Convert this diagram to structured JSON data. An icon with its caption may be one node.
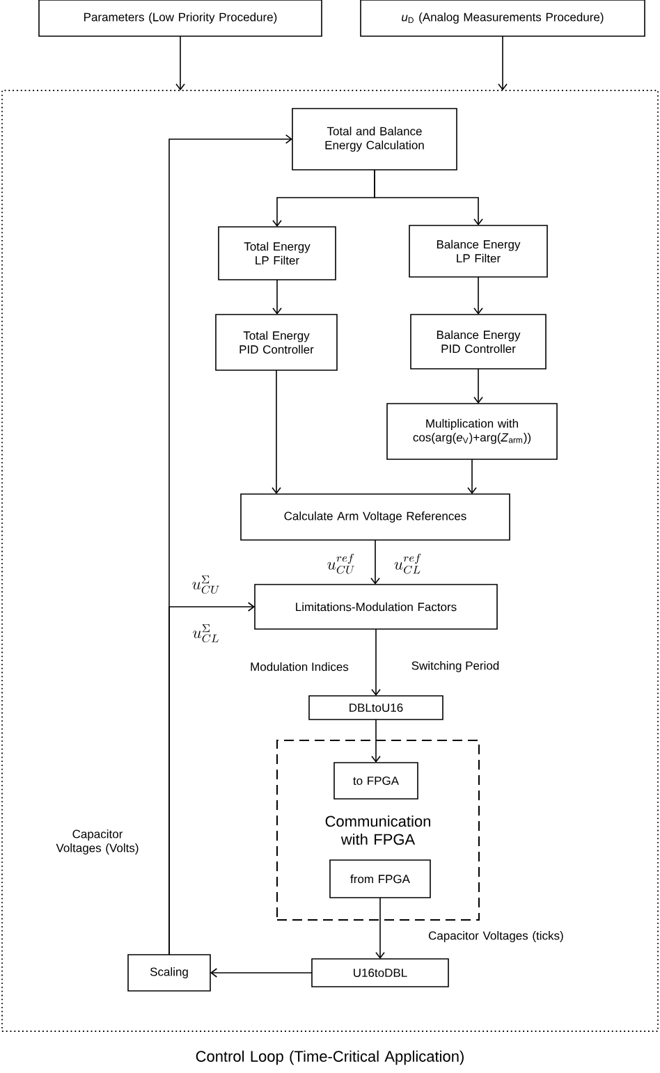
{
  "diagram": {
    "nodes": [
      {
        "text": [
          "Parameters (Low Priority Procedure)"
        ]
      },
      {
        "text": [
          "*u*$_{D}$ (Analog Measurements Procedure)"
        ]
      },
      {
        "text": [
          "Control Loop (Time-Critical Application)"
        ]
      },
      {
        "text": [
          "Total and Balance Energy Calculation"
        ],
        "in": 2
      },
      {
        "text": [
          "Total Energy LP Filter"
        ],
        "in": 2
      },
      {
        "text": [
          "Balance Energy LP Filter"
        ],
        "in": 2
      },
      {
        "text": [
          "Total Energy PID Controller"
        ],
        "in": 2
      },
      {
        "text": [
          "Balance Energy PID Controller"
        ],
        "in": 2
      },
      {
        "text": [
          "Multiplication with cos(arg(*e*$_{V}$)+arg(*Z*$_{arm}$))"
        ],
        "in": 2
      },
      {
        "text": [
          "Calculate Arm Voltage References"
        ],
        "in": 2
      },
      {
        "text": [
          "Limitations-Modulation Factors"
        ],
        "in": 2
      },
      {
        "text": [
          "DBLtoU16"
        ],
        "in": 2
      },
      {
        "text": [
          "Communication with FPGA"
        ],
        "in": 2
      },
      {
        "text": [
          "to FPGA"
        ],
        "in": 12
      },
      {
        "text": [
          "from FPGA"
        ],
        "in": 12
      },
      {
        "text": [
          "U16toDBL"
        ],
        "in": 2
      },
      {
        "text": [
          "Scaling"
        ],
        "in": 2
      }
    ],
    "edges": [
      {
        "from": 0,
        "to": 2,
        "arrow": "to"
      },
      {
        "from": 1,
        "to": 2,
        "arrow": "to"
      },
      {
        "from": 3,
        "to": 4,
        "arrow": "to"
      },
      {
        "from": 3,
        "to": 5,
        "arrow": "to"
      },
      {
        "from": 4,
        "to": 6,
        "arrow": "to"
      },
      {
        "from": 5,
        "to": 7,
        "arrow": "to"
      },
      {
        "from": 6,
        "to": 9,
        "arrow": "to"
      },
      {
        "from": 7,
        "to": 8,
        "arrow": "to"
      },
      {
        "from": 8,
        "to": 9,
        "arrow": "to"
      },
      {
        "from": 9,
        "to": 10,
        "arrow": "to"
      },
      {
        "from": 10,
        "to": 11,
        "arrow": "to"
      },
      {
        "from": 11,
        "to": 13,
        "arrow": "to"
      },
      {
        "from": 14,
        "to": 15,
        "arrow": "to",
        "label": "Capacitor Voltages (ticks)"
      },
      {
        "from": 15,
        "to": 16,
        "arrow": "to"
      },
      {
        "from": 16,
        "to": 3,
        "arrow": "to",
        "label": "Capacitor Voltages (Volts)"
      },
      {
        "from": 16,
        "to": 10,
        "arrow": "to"
      }
    ],
    "labels": [
      "u_{CU}^{ref}",
      "u_{CL}^{ref}",
      "u_{CU}^{\\Sigma}",
      "u_{CL}^{\\Sigma}",
      "Modulation Indices",
      "Switching Period"
    ]
  }
}
